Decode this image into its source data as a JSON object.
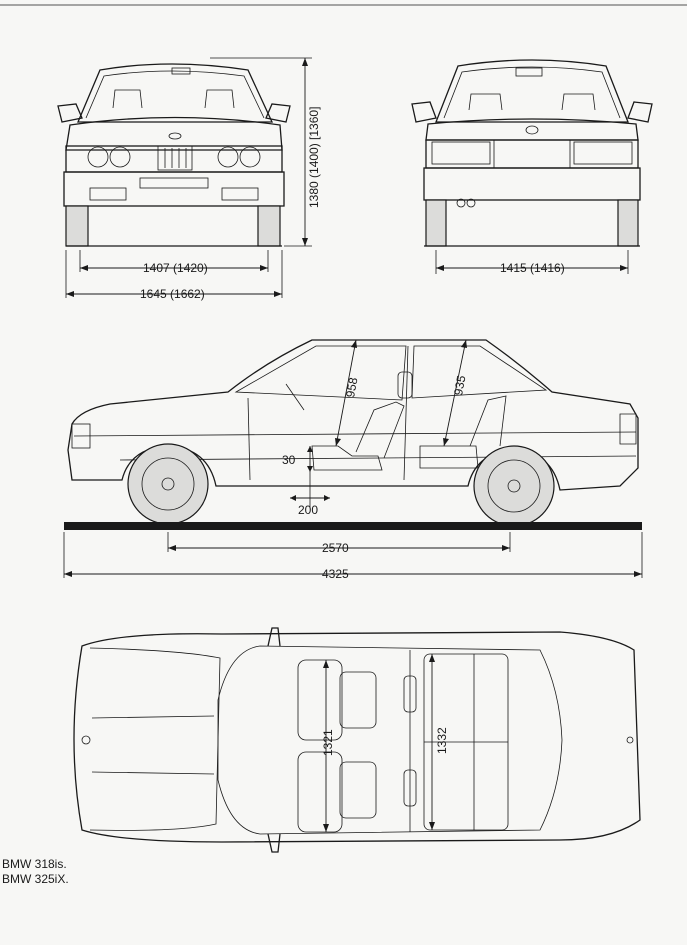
{
  "dimensions": {
    "height": "1380 (1400) [1360]",
    "front_track": "1407 (1420)",
    "width": "1645 (1662)",
    "rear_track": "1415 (1416)",
    "front_headroom": "958",
    "rear_headroom": "935",
    "seat_height": "30",
    "seat_travel": "200",
    "wheelbase": "2570",
    "length": "4325",
    "front_interior_width": "1321",
    "rear_interior_width": "1332"
  },
  "captions": [
    "BMW 318is.",
    "BMW 325iX."
  ],
  "colors": {
    "ink": "#1a1a1a",
    "paper": "#f7f7f5"
  }
}
